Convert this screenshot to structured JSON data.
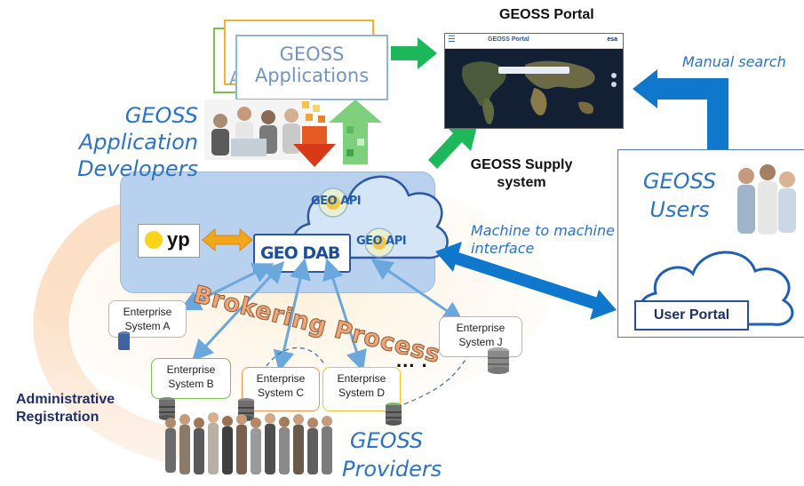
{
  "portal": {
    "title": "GEOSS Portal",
    "header_brand": "GEOSS Portal",
    "header_right": "esa"
  },
  "applications": {
    "card_line1": "GEOSS",
    "card_line2": "Applications",
    "back_letter": "A"
  },
  "developers": {
    "line1": "GEOSS Application",
    "line2": "Developers"
  },
  "supply": {
    "line1": "GEOSS Supply",
    "line2": "system"
  },
  "manual_search": "Manual search",
  "users": {
    "line1": "GEOSS",
    "line2": "Users",
    "portal_label": "User Portal"
  },
  "machine_interface": {
    "line1": "Machine to machine",
    "line2": "interface"
  },
  "broker": {
    "geo_api_1": "GEO API",
    "geo_api_2": "GEO API",
    "geodab": "GEO DAB",
    "yp_label": "yp"
  },
  "brokering": "Brokering Process",
  "systems": [
    {
      "line1": "Enterprise",
      "line2": "System A"
    },
    {
      "line1": "Enterprise",
      "line2": "System B"
    },
    {
      "line1": "Enterprise",
      "line2": "System C"
    },
    {
      "line1": "Enterprise",
      "line2": "System D"
    },
    {
      "line1": "Enterprise",
      "line2": "System J"
    }
  ],
  "ellipsis": "... .",
  "admin": {
    "line1": "Administrative",
    "line2": "Registration"
  },
  "providers": {
    "line1": "GEOSS",
    "line2": "Providers"
  },
  "colors": {
    "green_arrow": "#1db85a",
    "blue_arrow": "#0f78cc",
    "sky_arrow": "#6aa7dd",
    "orange_arrow": "#f3a51c",
    "navy_text": "#1f2f6b",
    "italic_blue": "#2a73c9",
    "broker_panel": "#b7d1ee"
  }
}
